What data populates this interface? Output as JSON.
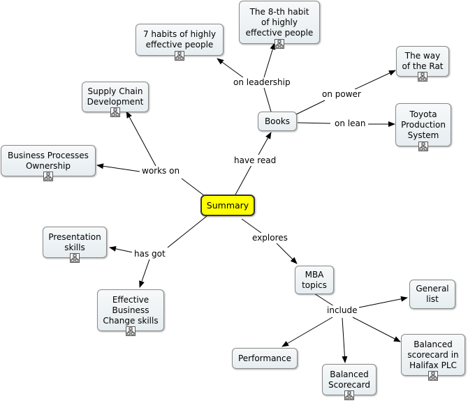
{
  "nodes": {
    "summary": "Summary",
    "books": "Books",
    "habits7": "7 habits of highly\neffective people",
    "habit8": "The 8-th habit\nof highly\neffective people",
    "wayrat": "The way\nof the Rat",
    "toyota": "Toyota\nProduction\nSystem",
    "supply": "Supply Chain\nDevelopment",
    "bpo": "Business Processes\nOwnership",
    "presentation": "Presentation\nskills",
    "change": "Effective\nBusiness\nChange skills",
    "mba": "MBA\ntopics",
    "general": "General\nlist",
    "halifax": "Balanced\nscorecard in\nHalifax PLC",
    "performance": "Performance",
    "balanced": "Balanced\nScorecard"
  },
  "links": {
    "have_read": "have read",
    "works_on": "works on",
    "has_got": "has got",
    "explores": "explores",
    "on_leadership": "on leadership",
    "on_power": "on power",
    "on_lean": "on lean",
    "include": "include"
  },
  "icons": {
    "resource": "hierarchy-resource-icon"
  }
}
